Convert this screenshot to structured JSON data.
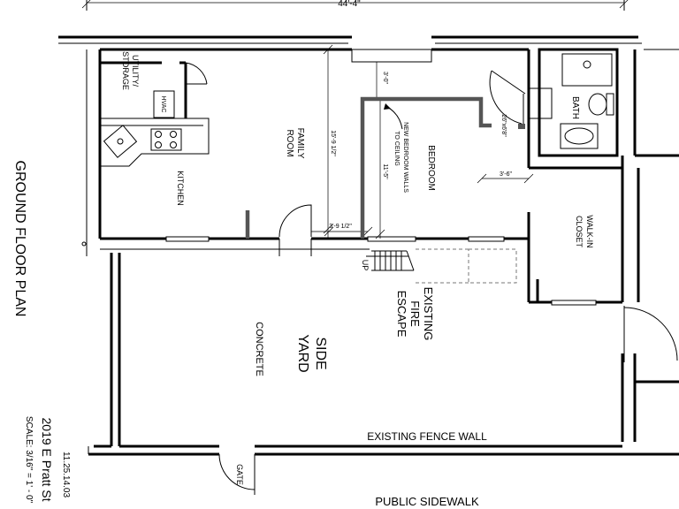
{
  "drawing": {
    "overall_dimension": "44'-4\"",
    "title": "GROUND FLOOR PLAN",
    "address": "2019 E Pratt St",
    "scale": "SCALE: 3/16\" = 1' - 0\"",
    "date": "11.25.14.03"
  },
  "rooms": {
    "utility": "UTILITY/",
    "storage": "STORAGE",
    "hvac": "HVAC",
    "kitchen": "KITCHEN",
    "family": "FAMILY",
    "room": "ROOM",
    "bedroom": "BEDROOM",
    "bath": "BATH",
    "walkin": "WALK-IN",
    "closet": "CLOSET"
  },
  "notes": {
    "new_walls_1": "NEW BEDROOM WALLS",
    "new_walls_2": "TO CEILING",
    "up": "UP",
    "fire_1": "EXISTING",
    "fire_2": "FIRE",
    "fire_3": "ESCAPE",
    "side": "SIDE",
    "yard": "YARD",
    "concrete": "CONCRETE",
    "fence": "EXISTING FENCE WALL",
    "gate": "GATE",
    "sidewalk": "PUBLIC  SIDEWALK"
  },
  "dimensions": {
    "d_3_0": "3'-0\"",
    "d_15_9": "15'-9 1/2\"",
    "d_11_5": "11'-5\"",
    "d_3_9": "3'-9 1/2\"",
    "d_3_6": "3'-6\"",
    "d_door": "26\"x6'8\""
  }
}
